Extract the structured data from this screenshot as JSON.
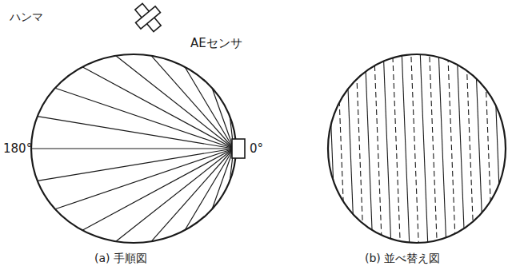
{
  "diagram": {
    "labels": [
      "ハンマ",
      "AEセンサ",
      "180°",
      "0°",
      "(a) 手順図",
      "(b) 並べ替え図"
    ]
  }
}
